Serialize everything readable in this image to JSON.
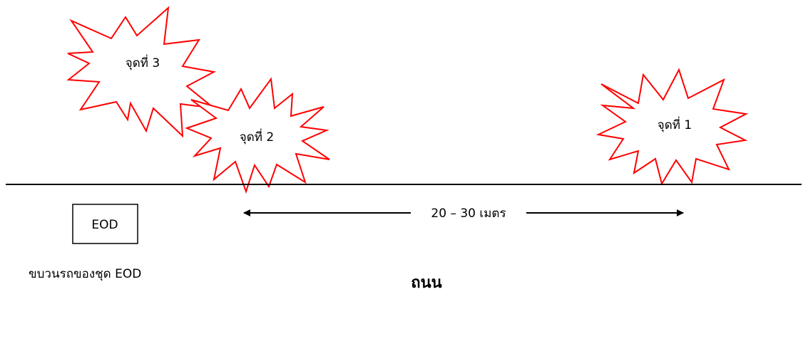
{
  "explosion_points": [
    {
      "label": "จุดที่ 3"
    },
    {
      "label": "จุดที่ 2"
    },
    {
      "label": "จุดที่ 1"
    }
  ],
  "vehicle_box_label": "EOD",
  "vehicle_caption": "ขบวนรถของชุด EOD",
  "distance_label": "20 – 30 เมตร",
  "road_label": "ถนน",
  "colors": {
    "burst_stroke": "#ff0000",
    "line": "#000000",
    "background": "#ffffff"
  }
}
